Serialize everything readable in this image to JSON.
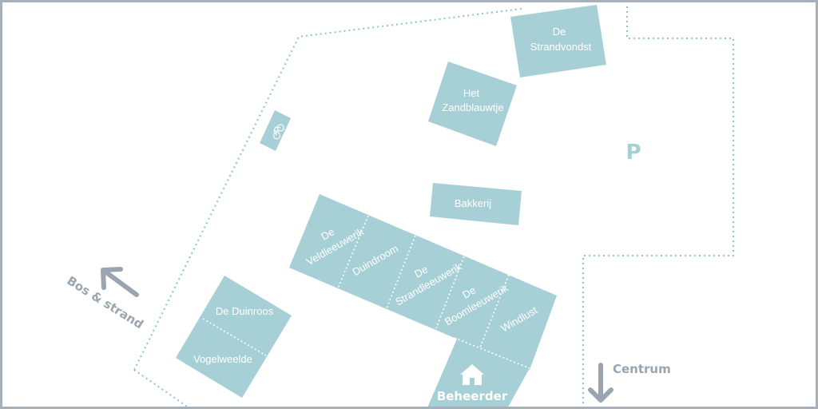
{
  "colors": {
    "building": "#a7d0d6",
    "boundary": "#8cc5c5",
    "arrow": "#9aa5b0",
    "frame": "#a7b0b8",
    "text_on_building": "#ffffff"
  },
  "buildings": {
    "strandvondst": [
      "De",
      "Strandvondst"
    ],
    "zandblauwtje": [
      "Het",
      "Zandblauwtje"
    ],
    "bakkerij": "Bakkerij",
    "veldleeuwerik": [
      "De",
      "Veldleeuwerik"
    ],
    "duindroom": "Duindroom",
    "strandleeuwerik": [
      "De",
      "Strandleeuwerik"
    ],
    "boomleeuwerik": [
      "De",
      "Boomleeuwerik"
    ],
    "windlust": "Windlust",
    "duinroos": "De Duinroos",
    "vogelweelde": "Vogelweelde",
    "beheerder": "Beheerder"
  },
  "parking": "P",
  "directions": {
    "bos_strand": "Bos & strand",
    "centrum": "Centrum"
  },
  "icons": [
    "bicycle-icon",
    "home-icon",
    "arrow-up-left-icon",
    "arrow-down-icon"
  ]
}
